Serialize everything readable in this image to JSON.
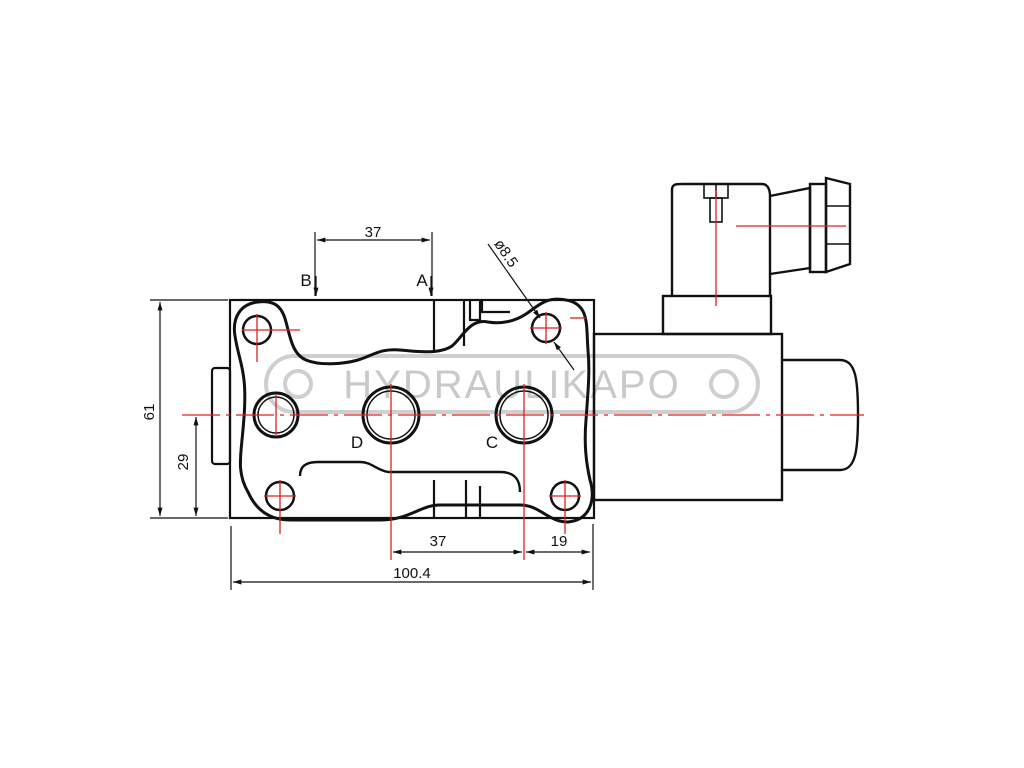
{
  "watermark": {
    "text": "HYDRAULIKAPO",
    "color": "#c9c9c9"
  },
  "colors": {
    "outline": "#111111",
    "centerline": "#e02020",
    "background": "#ffffff"
  },
  "ports": {
    "a": "A",
    "b": "B",
    "c": "C",
    "d": "D"
  },
  "dimensions": {
    "top_port_spacing": "37",
    "bottom_port_spacing": "37",
    "bottom_right_offset": "19",
    "overall_length": "100.4",
    "overall_height": "61",
    "center_height": "29",
    "hole_diameter": "ø8.5"
  }
}
